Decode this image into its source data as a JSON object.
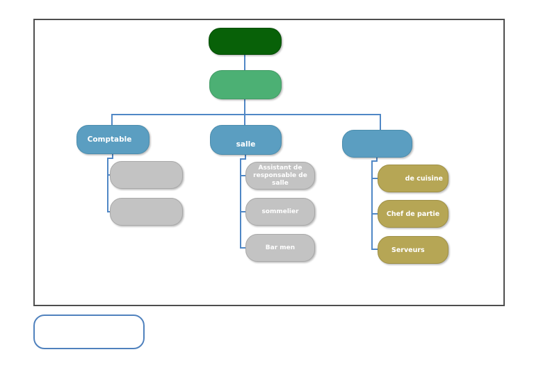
{
  "diagram": {
    "root": {
      "label": ""
    },
    "level2": {
      "label": ""
    },
    "branches": [
      {
        "label": "Comptable",
        "children": [
          {
            "label": ""
          },
          {
            "label": ""
          }
        ]
      },
      {
        "label": "salle",
        "children": [
          {
            "label": "Assistant de responsable de salle"
          },
          {
            "label": "sommelier"
          },
          {
            "label": "Bar men"
          }
        ]
      },
      {
        "label": "",
        "children": [
          {
            "label": "de cuisine"
          },
          {
            "label": "Chef de partie"
          },
          {
            "label": "Serveurs"
          }
        ]
      }
    ]
  },
  "footer_shape": {
    "label": ""
  },
  "colors": {
    "root_fill": "#086108",
    "level2_fill": "#4cb074",
    "branch_fill": "#5b9ec1",
    "child_gray_fill": "#c3c3c3",
    "child_khaki_fill": "#b6a655",
    "connector": "#4f87c5",
    "frame_border": "#4d4d4d",
    "footer_border": "#4f81bd",
    "text": "#ffffff"
  }
}
